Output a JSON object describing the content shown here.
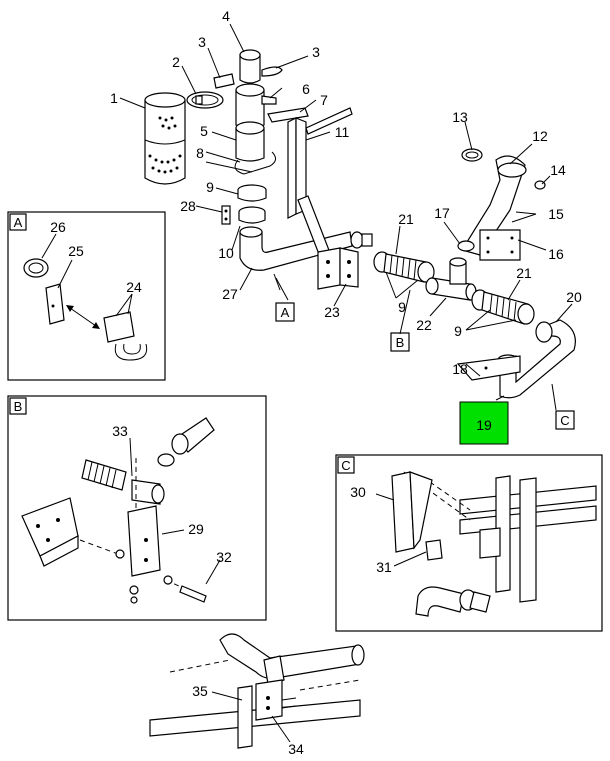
{
  "callouts": {
    "c1": "1",
    "c2": "2",
    "c3a": "3",
    "c3b": "3",
    "c4": "4",
    "c5": "5",
    "c6": "6",
    "c7": "7",
    "c8": "8",
    "c9a": "9",
    "c9b": "9",
    "c9c": "9",
    "c10": "10",
    "c11": "11",
    "c12": "12",
    "c13": "13",
    "c14": "14",
    "c15": "15",
    "c16": "16",
    "c17": "17",
    "c18": "18",
    "c19": "19",
    "c20": "20",
    "c21a": "21",
    "c21b": "21",
    "c22": "22",
    "c23": "23",
    "c24": "24",
    "c25": "25",
    "c26": "26",
    "c27": "27",
    "c28": "28",
    "c29": "29",
    "c30": "30",
    "c31": "31",
    "c32": "32",
    "c33": "33",
    "c34": "34",
    "c35": "35"
  },
  "detail_labels": {
    "a_ref": "A",
    "b_ref": "B",
    "c_ref": "C",
    "a_box": "A",
    "b_box": "B",
    "c_box": "C"
  },
  "highlight": {
    "part": "19",
    "color": "#00e000"
  }
}
